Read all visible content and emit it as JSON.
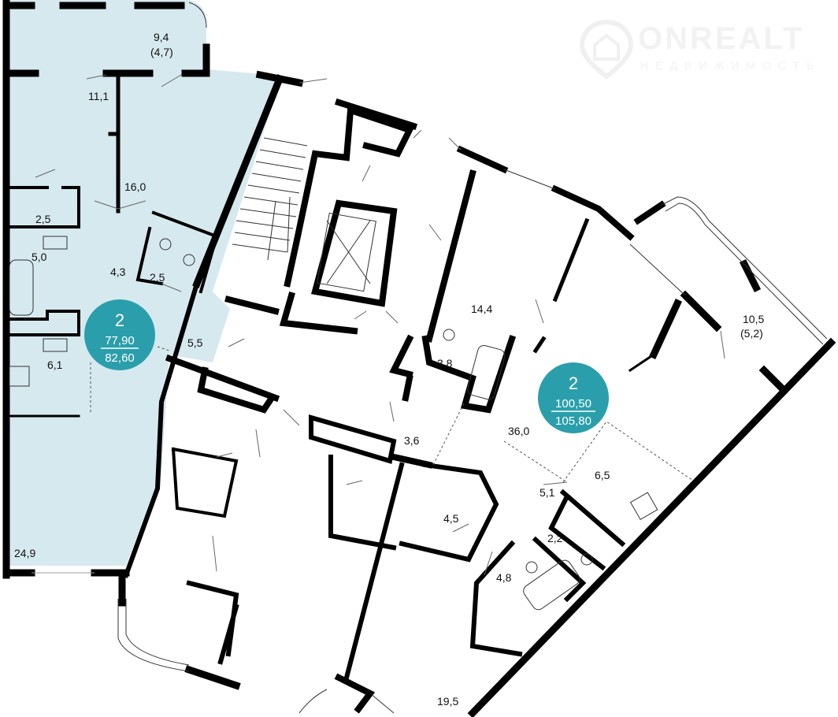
{
  "logo": {
    "brand": "ONREALT",
    "subtitle": "НЕДВИЖИМОСТЬ"
  },
  "colors": {
    "apartment_highlight": "#d6e9ef",
    "badge": "#2a9fab",
    "wall": "#000000"
  },
  "apartments": [
    {
      "rooms": "2",
      "living_area": "77,90",
      "total_area": "82,60"
    },
    {
      "rooms": "2",
      "living_area": "100,50",
      "total_area": "105,80"
    }
  ],
  "room_labels": [
    "9,4",
    "(4,7)",
    "11,1",
    "16,0",
    "2,5",
    "5,0",
    "4,3",
    "2,5",
    "5,5",
    "6,1",
    "24,9",
    "14,4",
    "3,8",
    "36,0",
    "10,5",
    "(5,2)",
    "3,6",
    "6,5",
    "5,1",
    "4,5",
    "2,2",
    "4,8",
    "19,5"
  ]
}
